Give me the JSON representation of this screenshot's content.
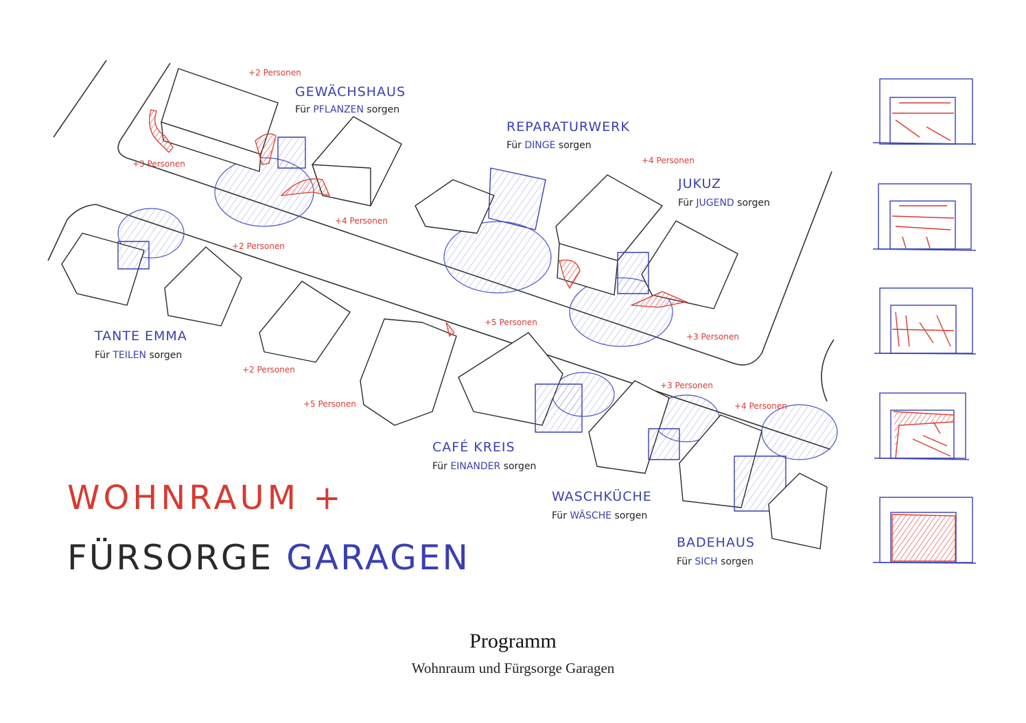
{
  "sketch": {
    "title_line1": "WOHNRAUM +",
    "title_line2_a": "FÜRSORGE",
    "title_line2_b": "GARAGEN",
    "colors": {
      "red": "#d83a32",
      "blue": "#3a3fb0",
      "ink": "#2a2a2a"
    },
    "stations": [
      {
        "name": "GEWÄCHSHAUS",
        "care_prefix": "Für",
        "care_word": "PFLANZEN",
        "care_suffix": "sorgen"
      },
      {
        "name": "REPARATURWERK",
        "care_prefix": "Für",
        "care_word": "DINGE",
        "care_suffix": "sorgen"
      },
      {
        "name": "JUKUZ",
        "care_prefix": "Für",
        "care_word": "JUGEND",
        "care_suffix": "sorgen"
      },
      {
        "name": "TANTE EMMA",
        "care_prefix": "Für",
        "care_word": "TEILEN",
        "care_suffix": "sorgen"
      },
      {
        "name": "CAFÉ KREIS",
        "care_prefix": "Für",
        "care_word": "EINANDER",
        "care_suffix": "sorgen"
      },
      {
        "name": "WASCHKÜCHE",
        "care_prefix": "Für",
        "care_word": "WÄSCHE",
        "care_suffix": "sorgen"
      },
      {
        "name": "BADEHAUS",
        "care_prefix": "Für",
        "care_word": "SICH",
        "care_suffix": "sorgen"
      }
    ],
    "persons": [
      "+2 Personen",
      "+3 Personen",
      "+4 Personen",
      "+4 Personen",
      "+2 Personen",
      "+3 Personen",
      "+5 Personen",
      "+2 Personen",
      "+5 Personen",
      "+3 Personen",
      "+4 Personen"
    ]
  },
  "caption": {
    "title": "Programm",
    "subtitle": "Wohnraum und Fürgsorge Garagen"
  }
}
